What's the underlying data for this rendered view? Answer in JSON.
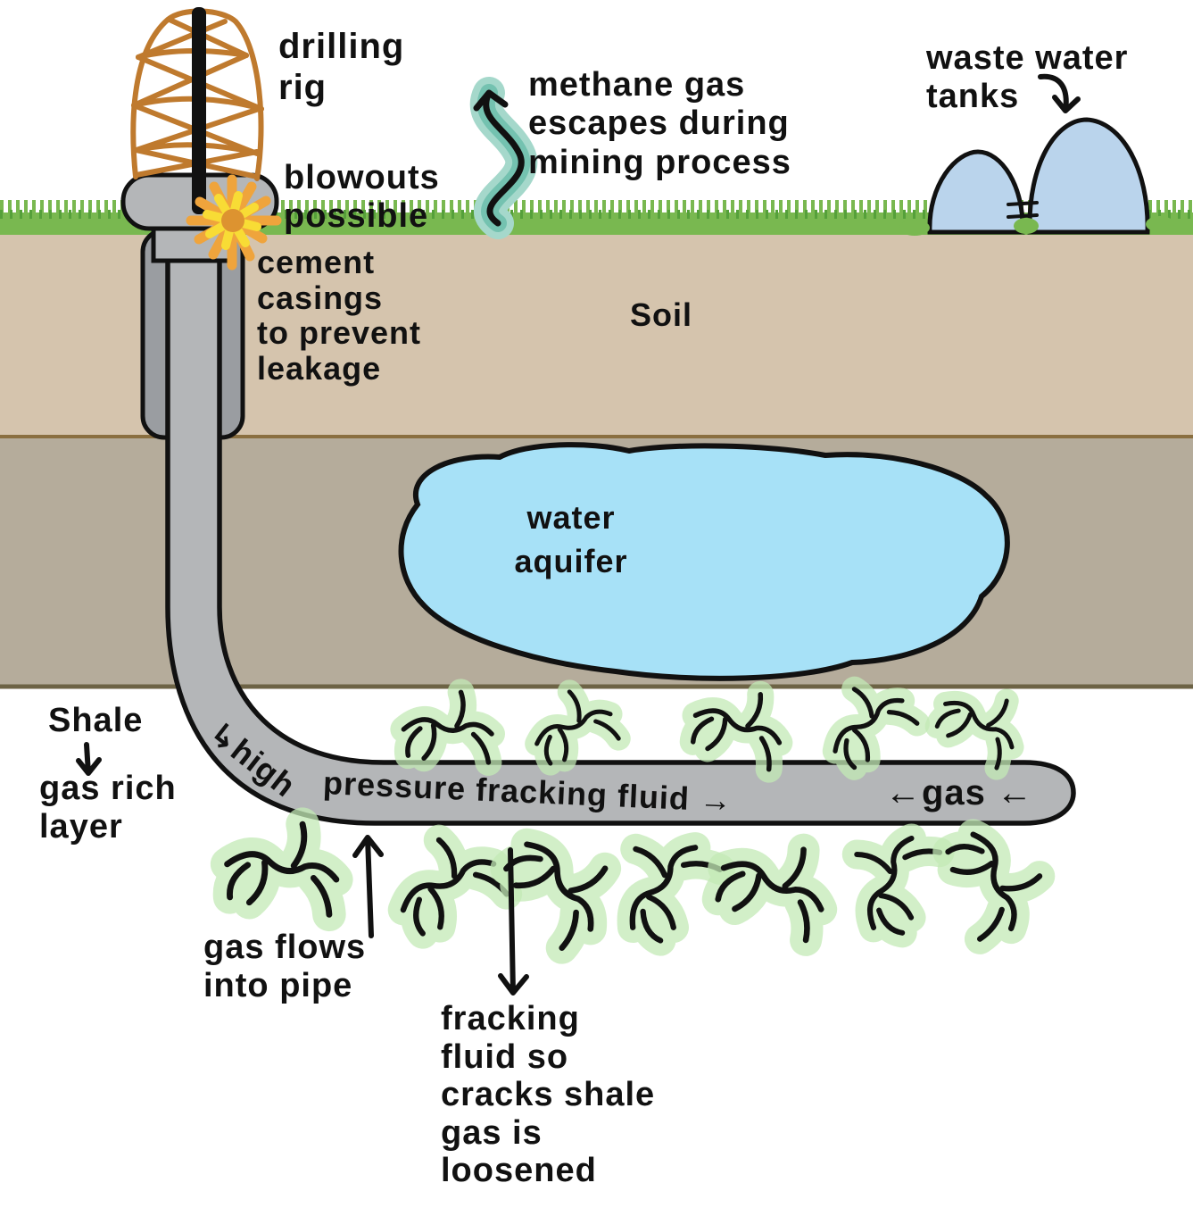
{
  "labels": {
    "drilling_rig": "drilling\nrig",
    "blowouts": "blowouts\npossible",
    "cement": "cement\ncasings\nto prevent\nleakage",
    "methane": "methane gas\nescapes during\nmining process",
    "waste_tanks": "waste water\ntanks",
    "soil": "Soil",
    "aquifer": "water\naquifer",
    "shale": "Shale",
    "gas_rich": "gas rich\nlayer",
    "pipe_curve": "↳high",
    "pipe_straight": "pressure fracking fluid →",
    "gas": "←gas ←",
    "gas_flows": "gas flows\ninto pipe",
    "fracking_fluid": "fracking\nfluid so\ncracks shale\ngas is\nloosened"
  },
  "colors": {
    "soil": "#d5c4ad",
    "rock": "#b5ac9b",
    "soil_line": "#8a6f40",
    "rock_line": "#6d6345",
    "grass": "#79b850",
    "grass_dark": "#55a03a",
    "pipe": "#b4b6b8",
    "casing": "#9a9da1",
    "aquifer": "#a7e1f7",
    "tank": "#bad4ec",
    "teal_glow_outer": "#a5d8cb",
    "teal_glow_inner": "#74c2b0",
    "crack_glow": "#c3eab6",
    "derrick": "#bf7a2e",
    "explosion_orange": "#efa43c",
    "explosion_yellow": "#f8dc35",
    "explosion_core": "#dd9330",
    "ink": "#111111"
  }
}
